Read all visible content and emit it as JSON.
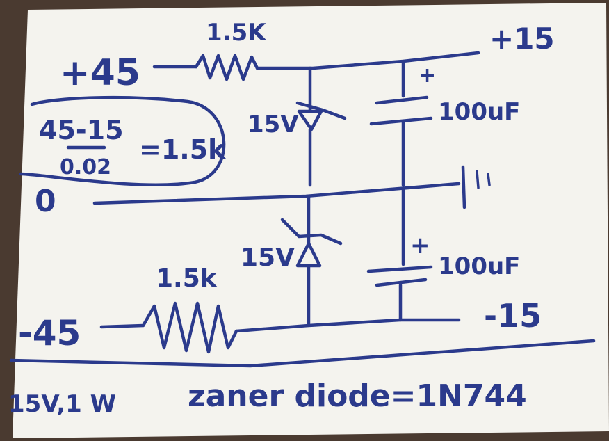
{
  "colors": {
    "ink": "#2b3a8c",
    "paper": "#f4f3ee",
    "table": "#4a3a30"
  },
  "labels": {
    "input_pos": "+45",
    "input_neg": "-45",
    "ground_zero": "0",
    "out_pos": "+15",
    "out_neg": "-15",
    "r_top": "1.5K",
    "r_bottom": "1.5k",
    "zener_top": "15V",
    "zener_bottom": "15V",
    "cap_top": "100uF",
    "cap_bottom": "100uF",
    "cap_plus": "+",
    "cap_plus_b": "+",
    "calc_numerator": "45-15",
    "calc_denominator": "0.02",
    "calc_result": "=1.5k",
    "footer_rating": "15V,1 W",
    "footer_text": "zaner diode=1N744"
  }
}
